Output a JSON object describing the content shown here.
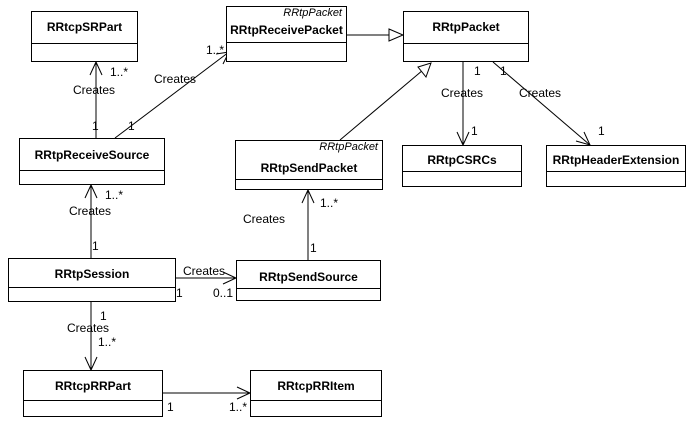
{
  "classes": {
    "rrtcp_sr_part": {
      "name": "RRtcpSRPart",
      "stereotype": ""
    },
    "rrtp_receive_packet": {
      "name": "RRtpReceivePacket",
      "stereotype": "RRtpPacket"
    },
    "rrtp_packet": {
      "name": "RRtpPacket",
      "stereotype": ""
    },
    "rrtp_receive_source": {
      "name": "RRtpReceiveSource",
      "stereotype": ""
    },
    "rrtp_send_packet": {
      "name": "RRtpSendPacket",
      "stereotype": "RRtpPacket"
    },
    "rrtp_csrcs": {
      "name": "RRtpCSRCs",
      "stereotype": ""
    },
    "rrtp_header_extension": {
      "name": "RRtpHeaderExtension",
      "stereotype": ""
    },
    "rrtp_session": {
      "name": "RRtpSession",
      "stereotype": ""
    },
    "rrtp_send_source": {
      "name": "RRtpSendSource",
      "stereotype": ""
    },
    "rrtcp_rr_part": {
      "name": "RRtcpRRPart",
      "stereotype": ""
    },
    "rrtcp_rr_item": {
      "name": "RRtcpRRItem",
      "stereotype": ""
    }
  },
  "labels": {
    "creates": "Creates",
    "one": "1",
    "one_to_many": "1..*",
    "zero_to_one": "0..1"
  }
}
